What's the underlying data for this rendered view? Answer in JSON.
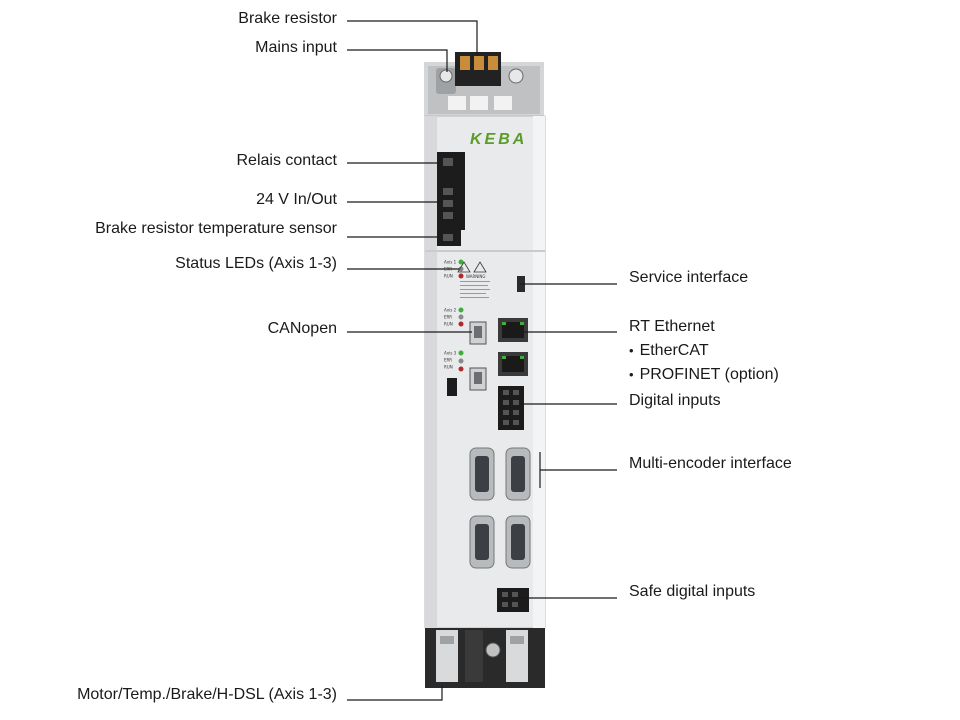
{
  "device": {
    "brand": "KEBA",
    "led_labels": [
      "Axis 1",
      "ERR",
      "RUN"
    ],
    "warning_title": "WARNING"
  },
  "labels_left": {
    "brake_resistor": "Brake resistor",
    "mains_input": "Mains input",
    "relais_contact": "Relais contact",
    "supply_24v": "24 V  In/Out",
    "brake_temp_sensor": "Brake resistor temperature sensor",
    "status_leds": "Status LEDs (Axis 1-3)",
    "canopen": "CANopen",
    "motor": "Motor/Temp./Brake/H-DSL (Axis 1-3)"
  },
  "labels_right": {
    "service_interface": "Service interface",
    "rt_ethernet": "RT Ethernet",
    "ethercat": "EtherCAT",
    "profinet": "PROFINET (option)",
    "digital_inputs": "Digital inputs",
    "multi_encoder": "Multi-encoder interface",
    "safe_digital_inputs": "Safe digital inputs"
  },
  "bullet_char": "•",
  "colors": {
    "housing": "#e9eaeb",
    "housing_dark": "#c9cbcd",
    "connector": "#1c1c1c",
    "led_green": "#3fae3a",
    "led_red": "#b02a2a",
    "led_off": "#8a8a8a",
    "brand_green": "#5a9c2a"
  }
}
